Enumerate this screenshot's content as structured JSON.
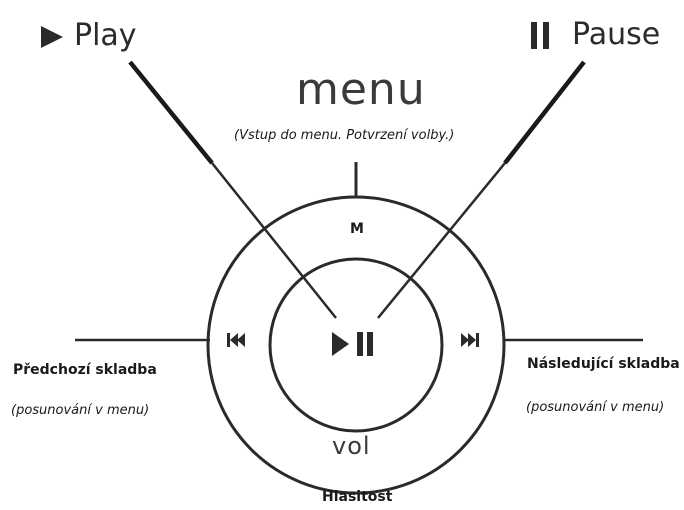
{
  "labels": {
    "play": "Play",
    "pause": "Pause",
    "menu": "menu",
    "menu_hint": "(Vstup do menu. Potvrzení volby.)",
    "m_key": "M",
    "prev_title": "Předchozí skladba",
    "prev_hint": "(posunování v menu)",
    "next_title": "Následující skladba",
    "next_hint": "(posunování v menu)",
    "vol": "vol",
    "volume": "Hlasitost"
  },
  "icons": {
    "play": "play-triangle-icon",
    "pause": "pause-bars-icon",
    "previous": "previous-track-icon",
    "next": "next-track-icon",
    "play_pause": "play-pause-icon"
  },
  "colors": {
    "ink": "#1a1a1a",
    "line": "#2a2a2a"
  }
}
